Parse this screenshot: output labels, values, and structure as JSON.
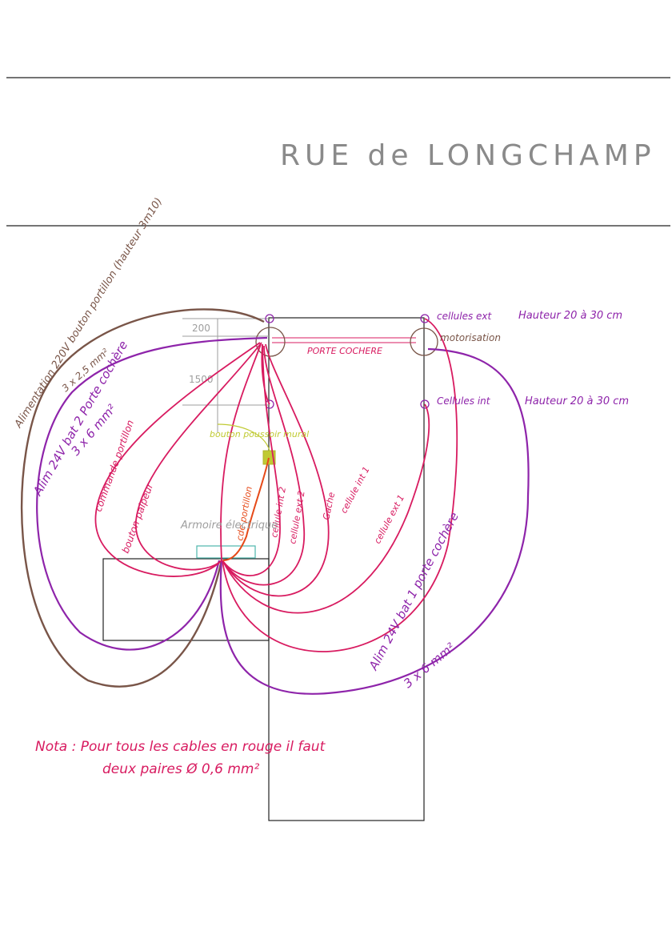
{
  "street": {
    "name": "RUE de LONGCHAMP"
  },
  "gate": {
    "label": "PORTE COCHERE"
  },
  "dimensions": {
    "top": "200",
    "height": "1500"
  },
  "sensors": {
    "ext_label": "cellules ext",
    "ext_height": "Hauteur 20 à 30 cm",
    "motor_label": "motorisation",
    "int_label": "Cellules int",
    "int_height": "Hauteur 20 à 30 cm"
  },
  "devices": {
    "wall_button": "bouton poussoir mural",
    "cabinet": "Armoire électrique"
  },
  "cables": {
    "alim_220_line1": "Alimentation 220V bouton portillon (hauteur 3m10)",
    "alim_220_line2": "3 x 2,5 mm²",
    "alim_bat2_line1": "Alim 24V bat 2 Porte cochère",
    "alim_bat2_line2": "3 x 6 mm²",
    "cmd_portillon": "commande portillon",
    "bouton_palpeur": "bouton palpeur",
    "cde_portillon": "cde portillon",
    "cellule_int2": "cellule int 2",
    "cellule_ext2": "cellule ext 2",
    "gache": "Gache",
    "cellule_int1": "cellule int 1",
    "cellule_ext1": "cellule ext 1",
    "alim_bat1_line1": "Alim 24V bat 1 porte cochère",
    "alim_bat1_line2": "3 x 6 mm²"
  },
  "note": {
    "line1": "Nota : Pour tous les cables en rouge il faut",
    "line2": "deux paires Ø 0,6 mm²"
  },
  "colors": {
    "red_cable": "#d81b60",
    "brown_cable": "#795548",
    "purple_cable": "#8e24aa",
    "orange_cable": "#e64a19",
    "button_green": "#c0ca33",
    "title_gray": "#8a8a8a"
  }
}
